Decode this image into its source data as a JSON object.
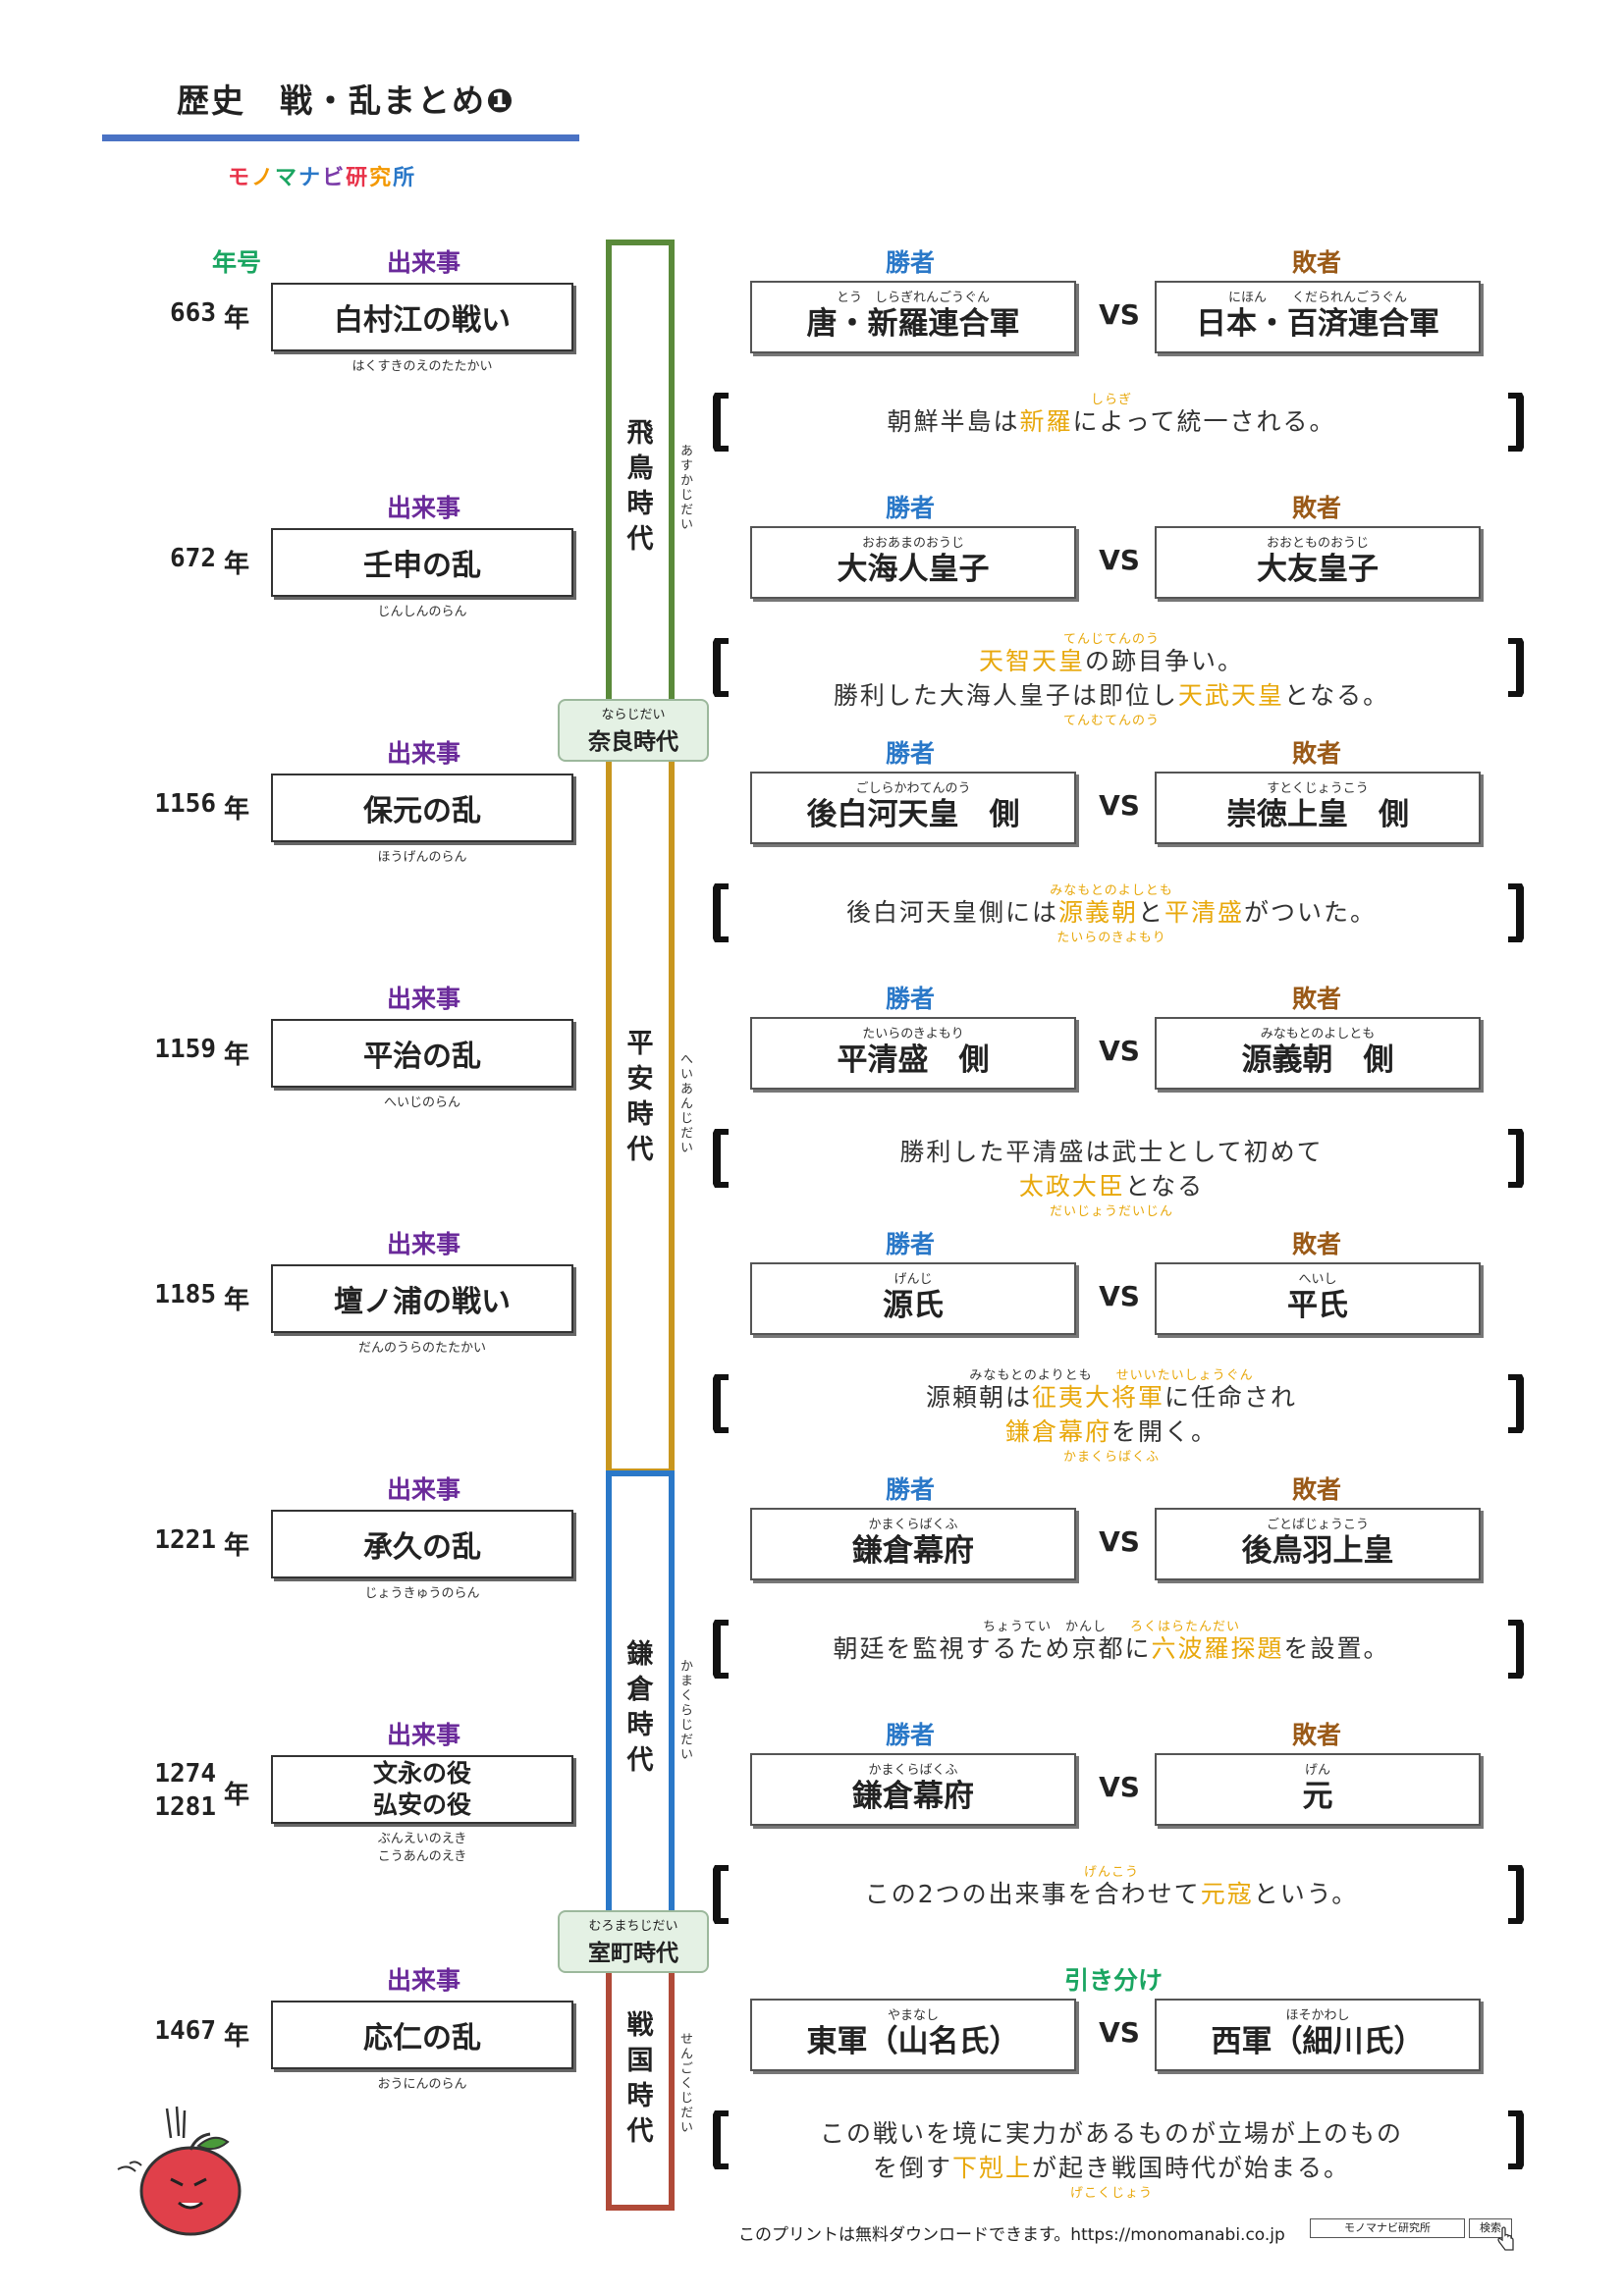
{
  "header": {
    "title": "歴史　戦・乱まとめ❶",
    "logo": "モノマナビ研究所",
    "logo_colors": [
      "#e8334a",
      "#f39800",
      "#1aa561",
      "#2a78c8",
      "#7a3aa8",
      "#e8334a",
      "#f39800",
      "#2a78c8"
    ]
  },
  "columns": {
    "year": "年号",
    "event": "出来事",
    "winner": "勝者",
    "loser": "敗者",
    "draw": "引き分け"
  },
  "nen": "年",
  "vs": "VS",
  "eras": {
    "asuka": {
      "name": "飛鳥時代",
      "ruby": "あすかじだい",
      "color": "#5a8a3a"
    },
    "nara": {
      "name": "奈良時代",
      "ruby": "ならじだい"
    },
    "heian": {
      "name": "平安時代",
      "ruby": "へいあんじだい",
      "color": "#c8961e"
    },
    "kamakura": {
      "name": "鎌倉時代",
      "ruby": "かまくらじだい",
      "color": "#2a78c8"
    },
    "muromachi": {
      "name": "室町時代",
      "ruby": "むろまちじだい"
    },
    "sengoku": {
      "name": "戦国時代",
      "ruby": "せんごくじだい",
      "color": "#b04a38"
    }
  },
  "events": [
    {
      "year": "663",
      "name": "白村江の戦い",
      "ruby": "はくすきのえのたたかい",
      "winner": {
        "name": "唐・新羅連合軍",
        "ruby": "とう　しらぎれんごうぐん"
      },
      "loser": {
        "name": "日本・百済連合軍",
        "ruby": "にほん　　くだられんごうぐん"
      },
      "note": {
        "top_ruby": "しらぎ",
        "l1": [
          "朝鮮半島は",
          "新羅",
          "によって統一される。"
        ]
      }
    },
    {
      "year": "672",
      "name": "壬申の乱",
      "ruby": "じんしんのらん",
      "winner": {
        "name": "大海人皇子",
        "ruby": "おおあまのおうじ"
      },
      "loser": {
        "name": "大友皇子",
        "ruby": "おおとものおうじ"
      },
      "note": {
        "top_ruby": "てんじてんのう",
        "l1": [
          "",
          "天智天皇",
          "の跡目争い。"
        ],
        "l2": [
          "勝利した大海人皇子は即位し",
          "天武天皇",
          "となる。"
        ],
        "bottom_ruby": "てんむてんのう"
      }
    },
    {
      "year": "1156",
      "name": "保元の乱",
      "ruby": "ほうげんのらん",
      "winner": {
        "name": "後白河天皇　側",
        "ruby": "ごしらかわてんのう"
      },
      "loser": {
        "name": "崇徳上皇　側",
        "ruby": "すとくじょうこう"
      },
      "note": {
        "top_ruby": "みなもとのよしとも",
        "l1": [
          "後白河天皇側には",
          "源義朝",
          "と",
          "平清盛",
          "がついた。"
        ],
        "bottom_ruby": "たいらのきよもり"
      }
    },
    {
      "year": "1159",
      "name": "平治の乱",
      "ruby": "へいじのらん",
      "winner": {
        "name": "平清盛　側",
        "ruby": "たいらのきよもり"
      },
      "loser": {
        "name": "源義朝　側",
        "ruby": "みなもとのよしとも"
      },
      "note": {
        "l1": [
          "勝利した平清盛は武士として初めて"
        ],
        "l2": [
          "",
          "太政大臣",
          "となる"
        ],
        "bottom_ruby": "だいじょうだいじん"
      }
    },
    {
      "year": "1185",
      "name": "壇ノ浦の戦い",
      "ruby": "だんのうらのたたかい",
      "winner": {
        "name": "源氏",
        "ruby": "げんじ"
      },
      "loser": {
        "name": "平氏",
        "ruby": "へいし"
      },
      "note": {
        "top_ruby_k": "みなもとのよりとも",
        "top_ruby": "せいいたいしょうぐん",
        "l1": [
          "源頼朝は",
          "征夷大将軍",
          "に任命され"
        ],
        "l2": [
          "",
          "鎌倉幕府",
          "を開く。"
        ],
        "bottom_ruby": "かまくらばくふ"
      }
    },
    {
      "year": "1221",
      "name": "承久の乱",
      "ruby": "じょうきゅうのらん",
      "winner": {
        "name": "鎌倉幕府",
        "ruby": "かまくらばくふ"
      },
      "loser": {
        "name": "後鳥羽上皇",
        "ruby": "ごとばじょうこう"
      },
      "note": {
        "top_ruby_k": "ちょうてい　かんし",
        "top_ruby": "ろくはらたんだい",
        "l1": [
          "朝廷を監視するため京都に",
          "六波羅探題",
          "を設置。"
        ]
      }
    },
    {
      "year": "1274",
      "year2": "1281",
      "name": "文永の役",
      "name2": "弘安の役",
      "ruby": "ぶんえいのえき",
      "ruby2": "こうあんのえき",
      "winner": {
        "name": "鎌倉幕府",
        "ruby": "かまくらばくふ"
      },
      "loser": {
        "name": "元",
        "ruby": "げん"
      },
      "note": {
        "top_ruby": "げんこう",
        "l1": [
          "この2つの出来事を合わせて",
          "元寇",
          "という。"
        ]
      }
    },
    {
      "year": "1467",
      "name": "応仁の乱",
      "ruby": "おうにんのらん",
      "winner": {
        "name": "東軍（山名氏）",
        "ruby": "やまなし"
      },
      "loser": {
        "name": "西軍（細川氏）",
        "ruby": "ほそかわし"
      },
      "note": {
        "l1": [
          "この戦いを境に実力があるものが立場が上のもの"
        ],
        "l2": [
          "を倒す",
          "下剋上",
          "が起き戦国時代が始まる。"
        ],
        "bottom_ruby": "げこくじょう"
      }
    }
  ],
  "footer": {
    "text": "このプリントは無料ダウンロードできます。https://monomanabi.co.jp",
    "search_box": "モノマナビ研究所",
    "search_button": "検索"
  },
  "colors": {
    "highlight": "#e8a80c",
    "title_bar": "#4a72c4"
  }
}
